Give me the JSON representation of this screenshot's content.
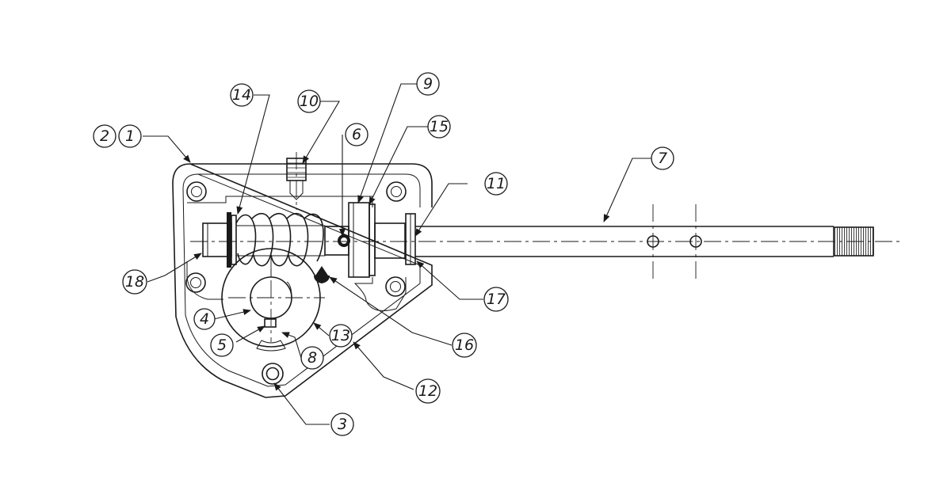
{
  "labels": {
    "l21a": "2",
    "l21b": "1",
    "l14": "14",
    "l10": "10",
    "l6": "6",
    "l9": "9",
    "l15": "15",
    "l11": "11",
    "l7": "7",
    "l18": "18",
    "l4": "4",
    "l5": "5",
    "l8": "8",
    "l13": "13",
    "l16": "16",
    "l17": "17",
    "l12": "12",
    "l3": "3"
  }
}
